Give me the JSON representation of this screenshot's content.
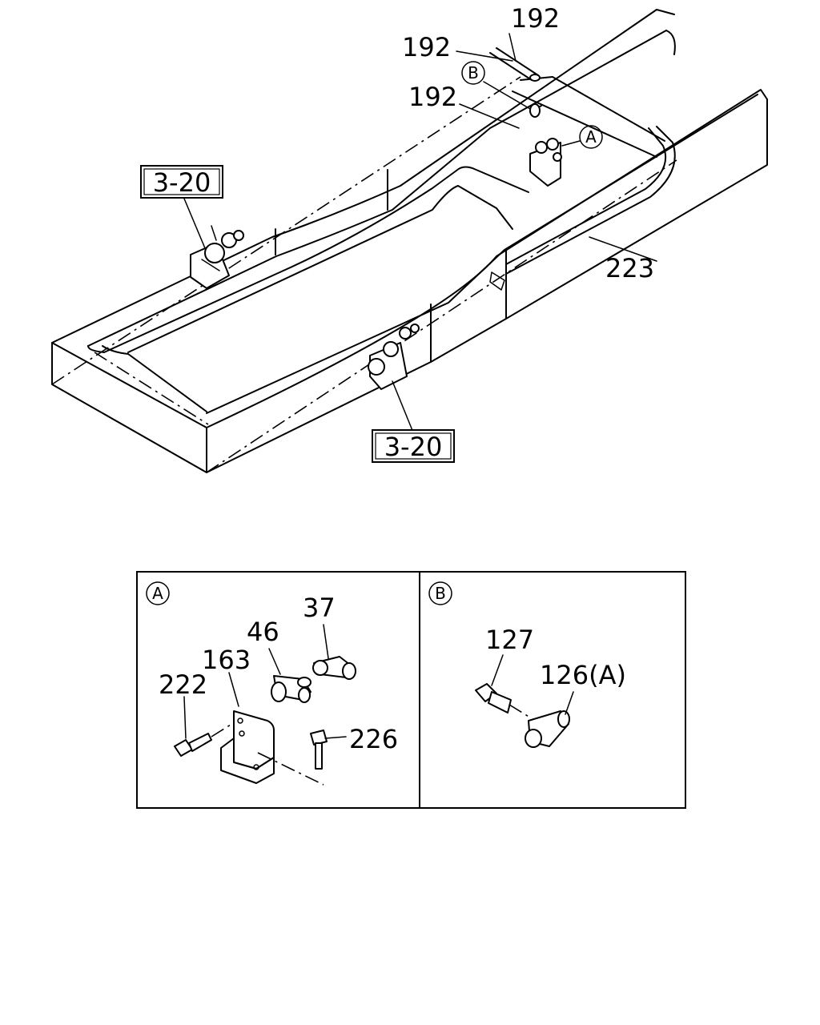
{
  "diagram": {
    "frame_callouts": {
      "pipe_192_top": "192",
      "pipe_192_mid": "192",
      "pipe_192_lower": "192",
      "pipe_223": "223",
      "ref_left": "3-20",
      "ref_bottom": "3-20",
      "detail_marker_a": "A",
      "detail_marker_b": "B"
    },
    "detail_a": {
      "title": "A",
      "parts": {
        "p37": "37",
        "p46": "46",
        "p163": "163",
        "p222": "222",
        "p226": "226"
      }
    },
    "detail_b": {
      "title": "B",
      "parts": {
        "p127": "127",
        "p126": "126(A)"
      }
    }
  }
}
